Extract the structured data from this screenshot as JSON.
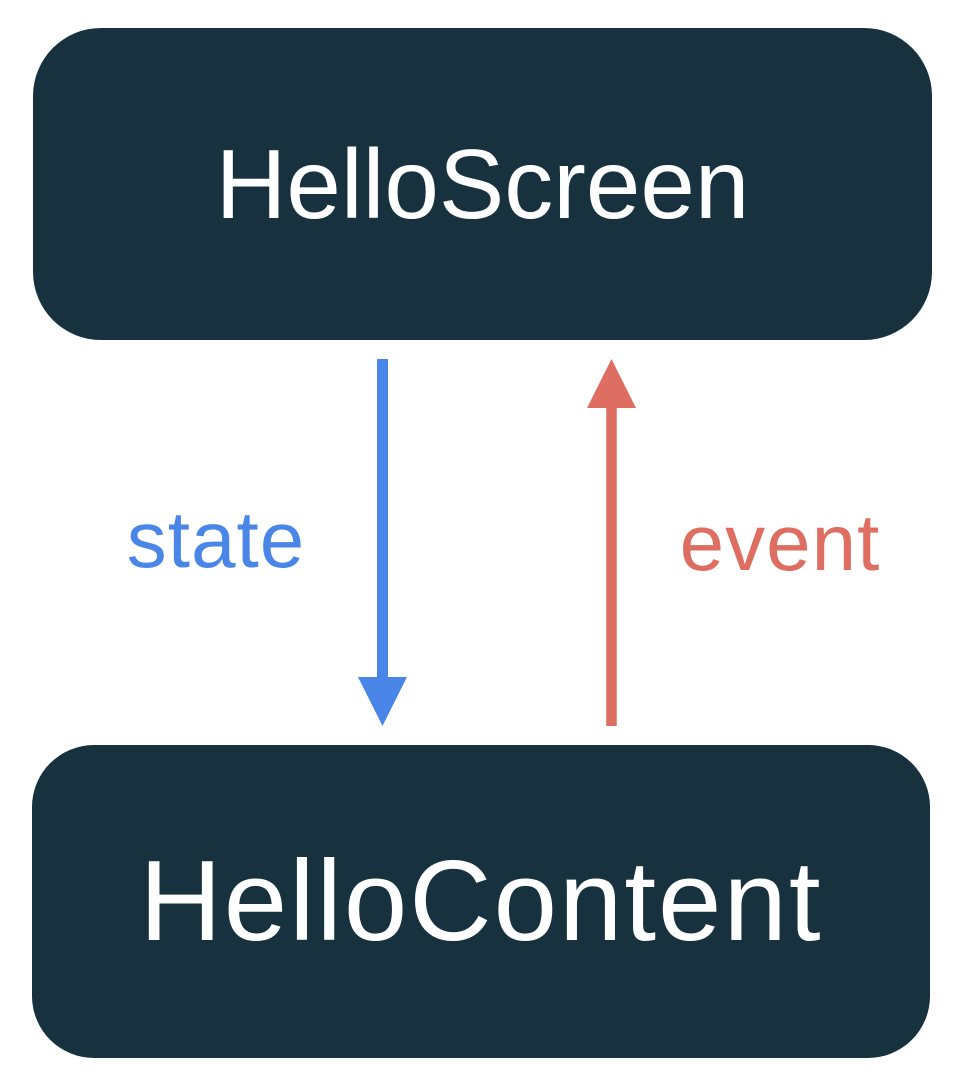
{
  "diagram": {
    "top_node": {
      "label": "HelloScreen"
    },
    "bottom_node": {
      "label": "HelloContent"
    },
    "state_arrow": {
      "label": "state",
      "direction": "down"
    },
    "event_arrow": {
      "label": "event",
      "direction": "up"
    },
    "colors": {
      "node_background": "#17313F",
      "node_text": "#FFFFFF",
      "state": "#4A86E8",
      "event": "#DD6E61",
      "canvas_background": "#FFFFFF"
    }
  }
}
